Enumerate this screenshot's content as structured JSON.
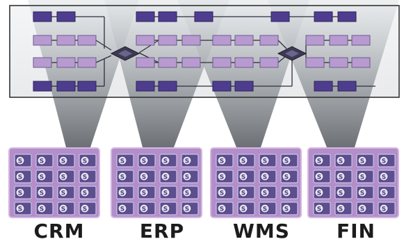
{
  "systems": [
    {
      "label": "CRM",
      "cols": 4,
      "rows": 4
    },
    {
      "label": "ERP",
      "cols": 4,
      "rows": 4
    },
    {
      "label": "WMS",
      "cols": 4,
      "rows": 4
    },
    {
      "label": "FIN",
      "cols": 4,
      "rows": 4
    }
  ],
  "service_glyph": "S",
  "colors": {
    "block_fill": "#b38ec9",
    "block_border": "#d4b7e3",
    "cell_fill": "#5d4e8f",
    "cell_border": "#c5c8e8",
    "node_dark": "#4e3d8f",
    "node_light": "#b79bd0",
    "funnel": "#8e9296",
    "connector": "#3a3a4a",
    "frame": "#333333"
  }
}
